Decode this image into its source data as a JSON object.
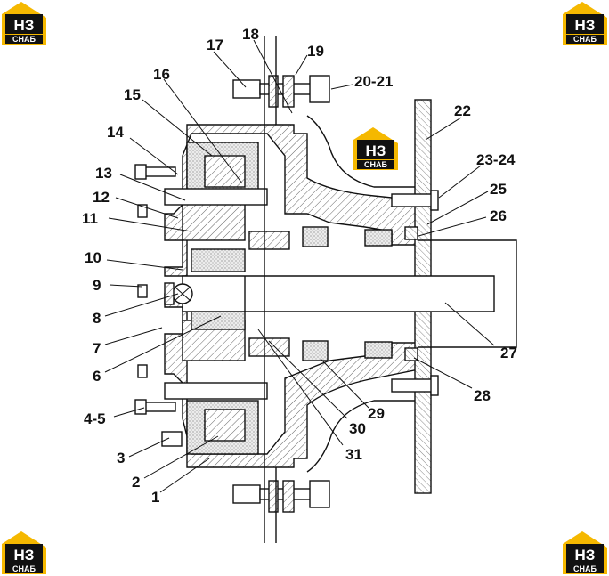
{
  "brand": {
    "logo_main": "НЗ",
    "logo_sub": "СНАБ",
    "accent": "#f5b800",
    "dark": "#111111"
  },
  "diagram": {
    "labels": [
      "1",
      "2",
      "3",
      "4-5",
      "6",
      "7",
      "8",
      "9",
      "10",
      "11",
      "12",
      "13",
      "14",
      "15",
      "16",
      "17",
      "18",
      "19",
      "20-21",
      "22",
      "23-24",
      "25",
      "26",
      "27",
      "28",
      "29",
      "30",
      "31"
    ]
  }
}
